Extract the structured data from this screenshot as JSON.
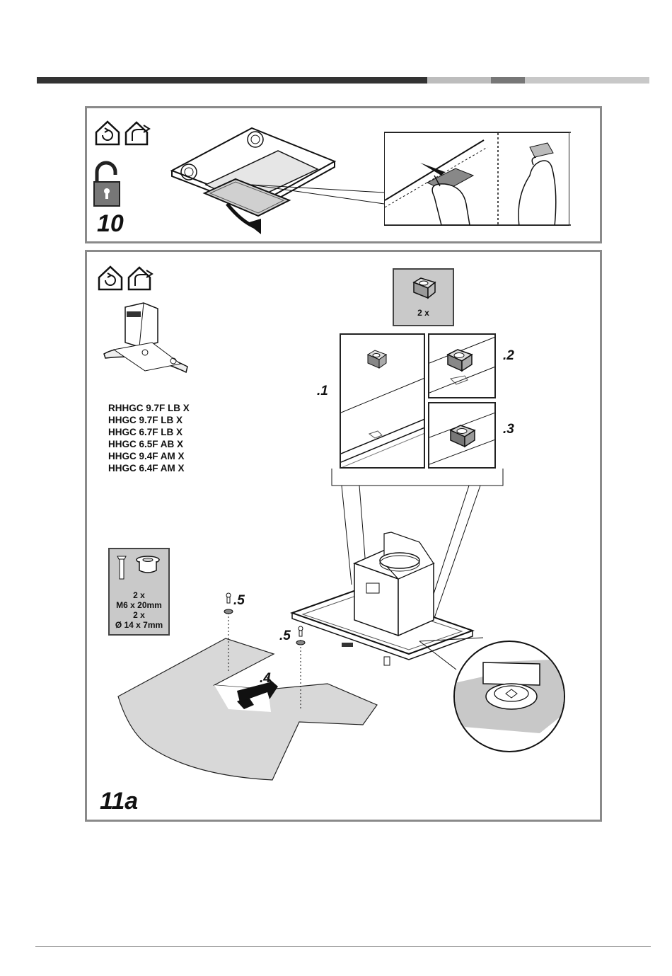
{
  "header_bar": {
    "segments": [
      "dark",
      "light-gray",
      "mid-gray",
      "light-gray"
    ]
  },
  "step10": {
    "number": "10"
  },
  "step11a": {
    "number": "11a",
    "models": [
      "RHHGC 9.7F LB X",
      "HHGC 9.7F LB X",
      "HHGC 6.7F LB X",
      "HHGC 6.5F AB X",
      "HHGC 9.4F AM X",
      "HHGC 6.4F AM X"
    ],
    "cage_nut_kit": {
      "qty": "2 x"
    },
    "screw_kit": {
      "lines": [
        "2 x",
        "M6 x 20mm",
        "2 x",
        "Ø 14 x 7mm"
      ]
    },
    "labels": {
      "l1": ".1",
      "l2": ".2",
      "l3": ".3",
      "l4": ".4",
      "l5a": ".5",
      "l5b": ".5"
    }
  },
  "icons": [
    "recirculation-icon",
    "exhaust-icon",
    "unlocked-padlock-icon"
  ],
  "colors": {
    "frame": "#8a8a8a",
    "bar_dark": "#333333",
    "bar_light": "#bdbdbd",
    "bar_mid": "#777777",
    "kit_bg": "#c9c9c9"
  }
}
